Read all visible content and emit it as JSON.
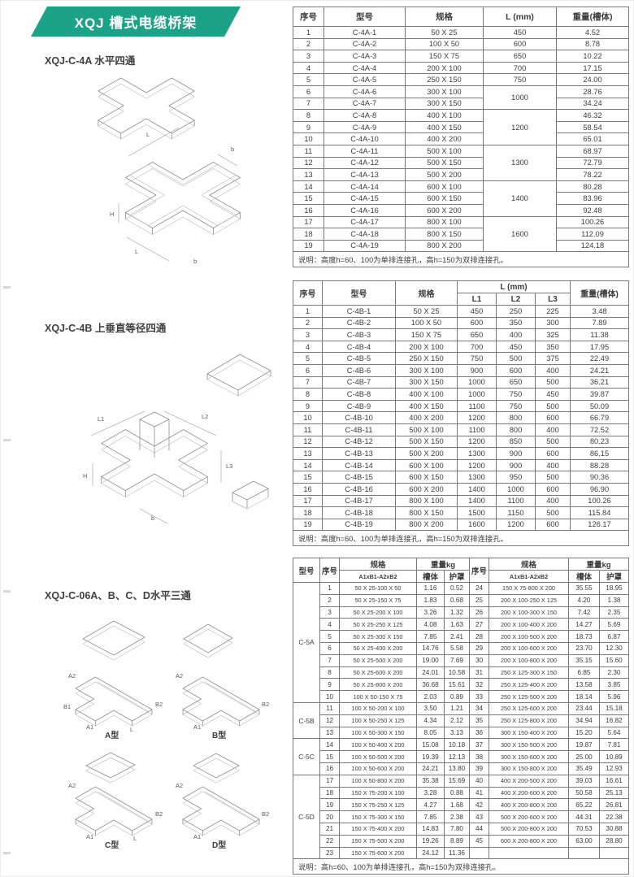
{
  "banner": {
    "title": "XQJ 槽式电缆桥架",
    "color": "#1ba287"
  },
  "sections": {
    "s1_heading": "XQJ-C-4A 水平四通",
    "s2_heading": "XQJ-C-4B 上垂直等径四通",
    "s3_heading": "XQJ-C-06A、B、C、D水平三通"
  },
  "diagrams": {
    "c4a": {
      "labels": {
        "L": "L",
        "b": "b",
        "H": "H"
      }
    },
    "c4b": {
      "labels": {
        "L1": "L1",
        "L2": "L2",
        "L3": "L3",
        "H": "H",
        "b": "b"
      }
    },
    "c06": {
      "labels": {
        "A1": "A1",
        "A2": "A2",
        "B1": "B1",
        "B2": "B2",
        "L": "L"
      },
      "types": {
        "a": "A型",
        "b": "B型",
        "c": "C型",
        "d": "D型"
      }
    }
  },
  "table1": {
    "headers": {
      "no": "序号",
      "model": "型号",
      "spec": "规格",
      "length": "L (mm)",
      "weight": "重量(槽体)"
    },
    "rows": [
      [
        "1",
        "C-4A-1",
        "50 X 25",
        "4.52"
      ],
      [
        "2",
        "C-4A-2",
        "100 X 50",
        "8.78"
      ],
      [
        "3",
        "C-4A-3",
        "150 X 75",
        "10.22"
      ],
      [
        "4",
        "C-4A-4",
        "200 X 100",
        "17.15"
      ],
      [
        "5",
        "C-4A-5",
        "250 X 150",
        "24.00"
      ],
      [
        "6",
        "C-4A-6",
        "300 X 100",
        "28.76"
      ],
      [
        "7",
        "C-4A-7",
        "300 X 150",
        "34.24"
      ],
      [
        "8",
        "C-4A-8",
        "400 X 100",
        "46.32"
      ],
      [
        "9",
        "C-4A-9",
        "400 X 150",
        "58.54"
      ],
      [
        "10",
        "C-4A-10",
        "400 X 200",
        "65.01"
      ],
      [
        "11",
        "C-4A-11",
        "500 X 100",
        "68.97"
      ],
      [
        "12",
        "C-4A-12",
        "500 X 150",
        "72.79"
      ],
      [
        "13",
        "C-4A-13",
        "500 X 200",
        "78.22"
      ],
      [
        "14",
        "C-4A-14",
        "600 X 100",
        "80.28"
      ],
      [
        "15",
        "C-4A-15",
        "600 X 150",
        "83.96"
      ],
      [
        "16",
        "C-4A-16",
        "600 X 200",
        "92.48"
      ],
      [
        "17",
        "C-4A-17",
        "800 X 100",
        "100.26"
      ],
      [
        "18",
        "C-4A-18",
        "800 X 150",
        "112.09"
      ],
      [
        "19",
        "C-4A-19",
        "800 X 200",
        "124.18"
      ]
    ],
    "l_groups": [
      {
        "value": "450",
        "span": 1
      },
      {
        "value": "600",
        "span": 1
      },
      {
        "value": "650",
        "span": 1
      },
      {
        "value": "700",
        "span": 1
      },
      {
        "value": "750",
        "span": 1
      },
      {
        "value": "1000",
        "span": 2
      },
      {
        "value": "1200",
        "span": 3
      },
      {
        "value": "1300",
        "span": 3
      },
      {
        "value": "1400",
        "span": 3
      },
      {
        "value": "1600",
        "span": 3
      }
    ],
    "note": "说明：高度h=60、100为单排连接孔，高h=150为双排连接孔。"
  },
  "table2": {
    "headers": {
      "no": "序号",
      "model": "型号",
      "spec": "规格",
      "l_group": "L (mm)",
      "l1": "L1",
      "l2": "L2",
      "l3": "L3",
      "weight": "重量(槽体)"
    },
    "rows": [
      [
        "1",
        "C-4B-1",
        "50 X 25",
        "450",
        "250",
        "225",
        "3.48"
      ],
      [
        "2",
        "C-4B-2",
        "100 X 50",
        "600",
        "350",
        "300",
        "7.89"
      ],
      [
        "3",
        "C-4B-3",
        "150 X 75",
        "650",
        "400",
        "325",
        "11.38"
      ],
      [
        "4",
        "C-4B-4",
        "200 X 100",
        "700",
        "450",
        "350",
        "17.95"
      ],
      [
        "5",
        "C-4B-5",
        "250 X 150",
        "750",
        "500",
        "375",
        "22.49"
      ],
      [
        "6",
        "C-4B-6",
        "300 X 100",
        "900",
        "600",
        "400",
        "24.21"
      ],
      [
        "7",
        "C-4B-7",
        "300 X 150",
        "1000",
        "650",
        "500",
        "36.21"
      ],
      [
        "8",
        "C-4B-8",
        "400 X 100",
        "1000",
        "750",
        "450",
        "39.87"
      ],
      [
        "9",
        "C-4B-9",
        "400 X 150",
        "1100",
        "750",
        "500",
        "50.09"
      ],
      [
        "10",
        "C-4B-10",
        "400 X 200",
        "1200",
        "800",
        "600",
        "66.79"
      ],
      [
        "11",
        "C-4B-11",
        "500 X 100",
        "1100",
        "800",
        "400",
        "72.52"
      ],
      [
        "12",
        "C-4B-12",
        "500 X 150",
        "1200",
        "850",
        "500",
        "80.23"
      ],
      [
        "13",
        "C-4B-13",
        "500 X 200",
        "1300",
        "900",
        "600",
        "86.15"
      ],
      [
        "14",
        "C-4B-14",
        "600 X 100",
        "1200",
        "900",
        "400",
        "88.28"
      ],
      [
        "15",
        "C-4B-15",
        "600 X 150",
        "1300",
        "950",
        "500",
        "90.36"
      ],
      [
        "16",
        "C-4B-16",
        "600 X 200",
        "1400",
        "1000",
        "600",
        "96.90"
      ],
      [
        "17",
        "C-4B-17",
        "800 X 100",
        "1400",
        "1100",
        "400",
        "100.26"
      ],
      [
        "18",
        "C-4B-18",
        "800 X 150",
        "1500",
        "1150",
        "500",
        "115.84"
      ],
      [
        "19",
        "C-4B-19",
        "800 X 200",
        "1600",
        "1200",
        "600",
        "126.17"
      ]
    ],
    "note": "说明：高度h=60、100为单排连接孔，高h=150为双排连接孔。"
  },
  "table3": {
    "headers": {
      "model": "型号",
      "no": "序号",
      "spec": "规格",
      "spec_sub": "A1xB1-A2xB2",
      "weight": "重量kg",
      "body": "槽体",
      "cover": "护罩"
    },
    "model_groups": [
      {
        "label": "C-5A",
        "span": 10
      },
      {
        "label": "C-5B",
        "span": 3
      },
      {
        "label": "C-5C",
        "span": 3
      },
      {
        "label": "C-5D",
        "span": 7
      }
    ],
    "left_rows": [
      [
        "1",
        "50 X 25-100 X 50",
        "1.16",
        "0.52"
      ],
      [
        "2",
        "50 X 25-150 X 75",
        "1.83",
        "0.68"
      ],
      [
        "3",
        "50 X 25-200 X 100",
        "3.26",
        "1.32"
      ],
      [
        "4",
        "50 X 25-250 X 125",
        "4.08",
        "1.63"
      ],
      [
        "5",
        "50 X 25-300 X 150",
        "7.85",
        "2.41"
      ],
      [
        "6",
        "50 X 25-400 X 200",
        "14.76",
        "5.58"
      ],
      [
        "7",
        "50 X 25-500 X 200",
        "19.00",
        "7.69"
      ],
      [
        "8",
        "50 X 25-600 X 200",
        "24.01",
        "10.58"
      ],
      [
        "9",
        "50 X 25-800 X 200",
        "36.68",
        "15.61"
      ],
      [
        "10",
        "100 X 50-150 X 75",
        "2.03",
        "0.89"
      ],
      [
        "11",
        "100 X 50-200 X 100",
        "3.50",
        "1.21"
      ],
      [
        "12",
        "100 X 50-250 X 125",
        "4.34",
        "2.12"
      ],
      [
        "13",
        "100 X 50-300 X 150",
        "8.05",
        "3.13"
      ],
      [
        "14",
        "100 X 50-400 X 200",
        "15.08",
        "10.18"
      ],
      [
        "15",
        "100 X 50-500 X 200",
        "19.39",
        "12.13"
      ],
      [
        "16",
        "100 X 50-600 X 200",
        "24.21",
        "13.80"
      ],
      [
        "17",
        "100 X 50-800 X 200",
        "35.38",
        "15.69"
      ],
      [
        "18",
        "150 X 75-200 X 100",
        "3.28",
        "0.88"
      ],
      [
        "19",
        "150 X 75-250 X 125",
        "4.27",
        "1.68"
      ],
      [
        "20",
        "150 X 75-300 X 150",
        "7.85",
        "2.38"
      ],
      [
        "21",
        "150 X 75-400 X 200",
        "14.83",
        "7.80"
      ],
      [
        "22",
        "150 X 75-500 X 200",
        "19.26",
        "8.89"
      ],
      [
        "23",
        "150 X 75-600 X 200",
        "24.12",
        "11.36"
      ]
    ],
    "right_rows": [
      [
        "24",
        "150 X 75-800 X 200",
        "35.55",
        "18.95"
      ],
      [
        "25",
        "200 X 100-250 X 125",
        "4.20",
        "1.38"
      ],
      [
        "26",
        "200 X 100-300 X 150",
        "7.42",
        "2.35"
      ],
      [
        "27",
        "200 X 100-400 X 200",
        "14.27",
        "5.69"
      ],
      [
        "28",
        "200 X 100-500 X 200",
        "18.73",
        "6.87"
      ],
      [
        "29",
        "200 X 100-600 X 200",
        "23.70",
        "12.30"
      ],
      [
        "30",
        "200 X 100-800 X 200",
        "35.15",
        "15.60"
      ],
      [
        "31",
        "250 X 125-300 X 150",
        "6.85",
        "2.30"
      ],
      [
        "32",
        "250 X 125-400 X 200",
        "13.58",
        "3.85"
      ],
      [
        "33",
        "250 X 125-500 X 200",
        "18.14",
        "5.96"
      ],
      [
        "34",
        "250 X 125-600 X 200",
        "23.44",
        "15.18"
      ],
      [
        "35",
        "250 X 125-800 X 200",
        "34.94",
        "16.82"
      ],
      [
        "36",
        "300 X 150-400 X 200",
        "15.20",
        "5.64"
      ],
      [
        "37",
        "300 X 150-500 X 200",
        "19.87",
        "7.81"
      ],
      [
        "38",
        "300 X 150-600 X 200",
        "25.00",
        "10.89"
      ],
      [
        "39",
        "300 X 150-800 X 200",
        "35.49",
        "12.93"
      ],
      [
        "40",
        "400 X 200-500 X 200",
        "39.03",
        "16.61"
      ],
      [
        "41",
        "400 X 200-600 X 200",
        "50.58",
        "25.13"
      ],
      [
        "42",
        "400 X 200-800 X 200",
        "65.22",
        "26.81"
      ],
      [
        "43",
        "500 X 200-600 X 200",
        "44.31",
        "22.38"
      ],
      [
        "44",
        "500 X 200-800 X 200",
        "70.53",
        "30.88"
      ],
      [
        "45",
        "600 X 200-800 X 200",
        "63.00",
        "28.80"
      ]
    ],
    "note": "说明：高h=60、100为单排连接孔，高h=150为双排连接孔。"
  }
}
